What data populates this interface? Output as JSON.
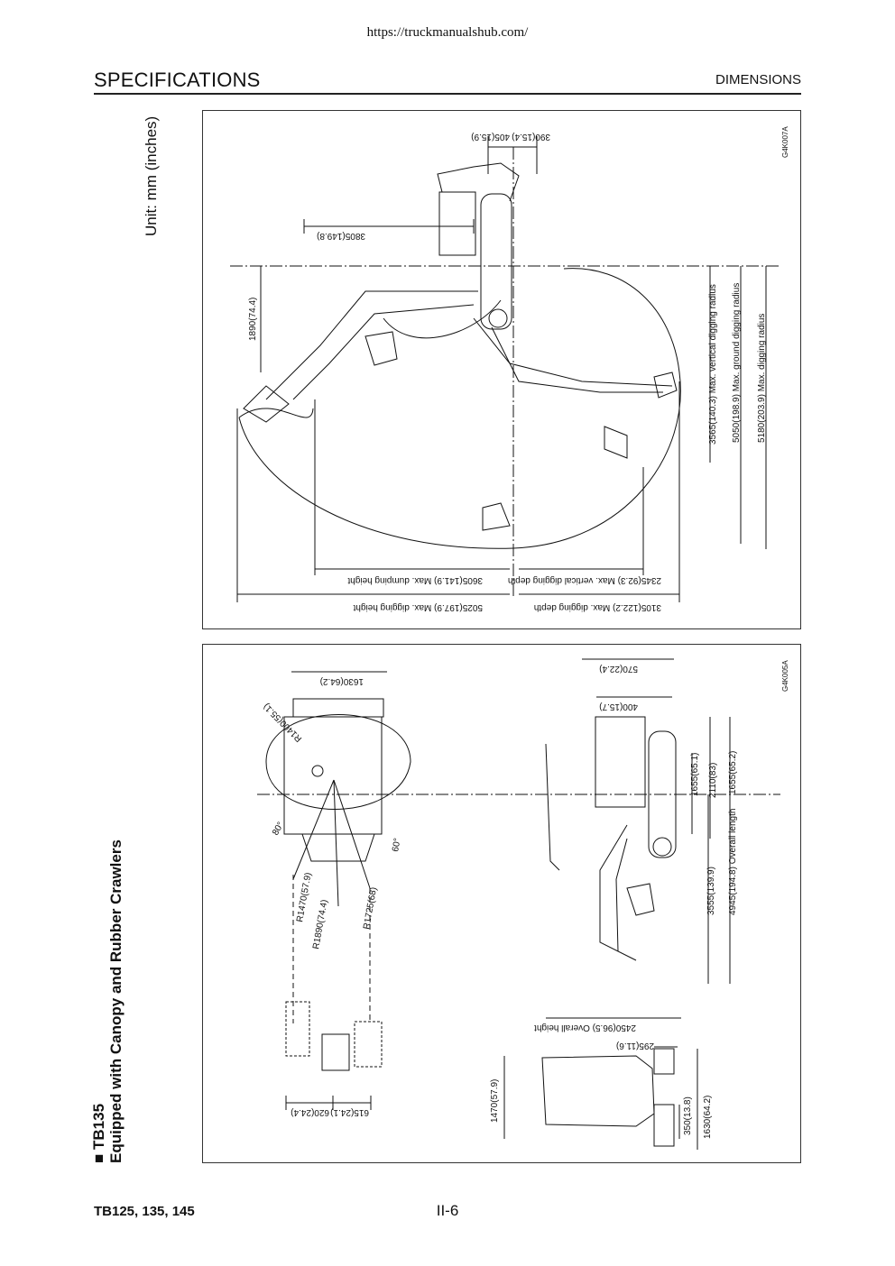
{
  "header": {
    "url": "https://truckmanualshub.com/",
    "section": "SPECIFICATIONS",
    "subsection": "DIMENSIONS"
  },
  "unit_label": "Unit: mm (inches)",
  "model": {
    "bullet": "■",
    "name": "TB135",
    "description": "Equipped with Canopy and Rubber Crawlers"
  },
  "top_diagram": {
    "code": "G4K007A",
    "dims": {
      "d390": "390(15.4)",
      "d405": "405(15.9)",
      "d3805": "3805(149.8)",
      "d1890": "1890(74.4)",
      "d3565": "3565(140.3) Max. vertical digging radius",
      "d5050": "5050(198.9) Max. ground digging radius",
      "d5180": "5180(203.9) Max. digging radius",
      "d3605": "3605(141.9) Max. dumping height",
      "d2345": "2345(92.3) Max. vertical digging depth",
      "d5025": "5025(197.9) Max. digging height",
      "d3105": "3105(122.2) Max. digging depth"
    }
  },
  "bottom_diagram": {
    "code": "G4K005A",
    "dims": {
      "d1630w": "1630(64.2)",
      "r1400": "R1400(55.1)",
      "a80": "80°",
      "a60": "60°",
      "r1470": "R1470(57.9)",
      "r1890": "R1890(74.4)",
      "r1725": "R1725(68)",
      "d615": "615(24.1)",
      "d620": "620(24.4)",
      "d570": "570(22.4)",
      "d400": "400(15.7)",
      "d1655a": "1655(65.1)",
      "d1655b": "1655(65.2)",
      "d2110": "2110(83)",
      "d3555": "3555(139.9)",
      "d4945": "4945(194.8) Overall length",
      "d2450": "2450(96.5) Overall height",
      "d295": "295(11.6)",
      "d1470": "1470(57.9)",
      "d350": "350(13.8)",
      "d1630h": "1630(64.2)"
    }
  },
  "footer": {
    "models": "TB125, 135, 145",
    "page": "II-6"
  }
}
